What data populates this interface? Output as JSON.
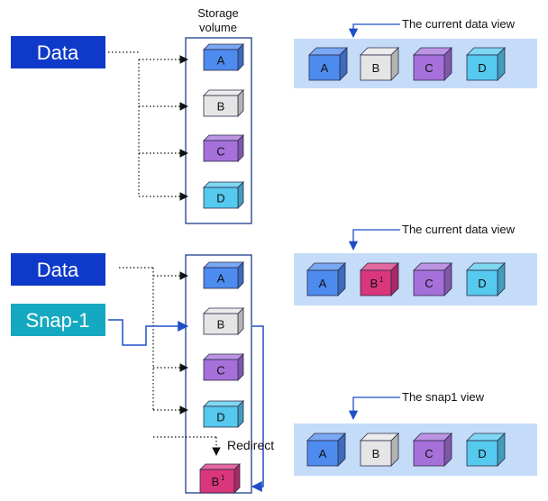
{
  "colors": {
    "data_label_bg": "#0f39c8",
    "snap_label_bg": "#15a9c1",
    "panel_bg": "#c5dcf9",
    "volume_border": "#1d3f8c",
    "cube_a": "#4d8bef",
    "cube_b": "#e5e5e5",
    "cube_c": "#a670da",
    "cube_d": "#55c9ee",
    "cube_b1": "#d9367c",
    "blue_line": "#1f4fc8"
  },
  "top": {
    "volume_title_line1": "Storage",
    "volume_title_line2": "volume",
    "source_label": "Data",
    "view_label": "The current data view",
    "volume_cubes": [
      "A",
      "B",
      "C",
      "D"
    ],
    "view_cubes": [
      "A",
      "B",
      "C",
      "D"
    ]
  },
  "bottom": {
    "source_label": "Data",
    "snap_label": "Snap-1",
    "redirect_label": "Redirect",
    "volume_cubes": [
      "A",
      "B",
      "C",
      "D"
    ],
    "redirected_cube": {
      "letter": "B",
      "superscript": "1"
    },
    "current_view_label": "The current data view",
    "current_view_cubes": [
      {
        "letter": "A",
        "superscript": ""
      },
      {
        "letter": "B",
        "superscript": "1"
      },
      {
        "letter": "C",
        "superscript": ""
      },
      {
        "letter": "D",
        "superscript": ""
      }
    ],
    "snap_view_label": "The snap1 view",
    "snap_view_cubes": [
      "A",
      "B",
      "C",
      "D"
    ]
  }
}
